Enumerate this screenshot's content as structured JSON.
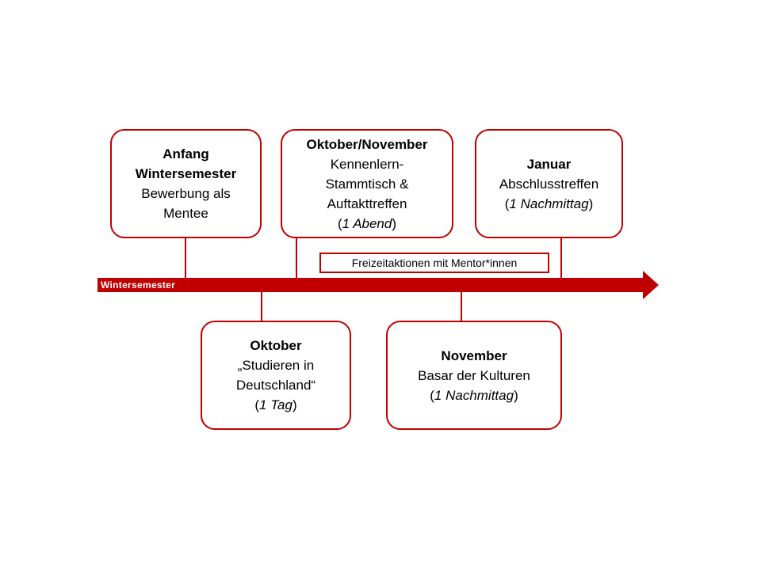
{
  "timeline": {
    "label": "Wintersemester",
    "color": "#c00000",
    "direction": "right"
  },
  "events_above": [
    {
      "title_lines": [
        "Anfang",
        "Wintersemester"
      ],
      "description_lines": [
        "Bewerbung als",
        "Mentee"
      ],
      "note": ""
    },
    {
      "title_lines": [
        "Oktober/November"
      ],
      "description_lines": [
        "Kennenlern-",
        "Stammtisch &",
        "Auftakttreffen"
      ],
      "note": "1 Abend"
    },
    {
      "title_lines": [
        "Januar"
      ],
      "description_lines": [
        "Abschlusstreffen"
      ],
      "note": "1 Nachmittag"
    }
  ],
  "events_below": [
    {
      "title_lines": [
        "Oktober"
      ],
      "description_lines": [
        "„Studieren in",
        "Deutschland“"
      ],
      "note": "1 Tag"
    },
    {
      "title_lines": [
        "November"
      ],
      "description_lines": [
        "Basar der Kulturen"
      ],
      "note": "1 Nachmittag"
    }
  ],
  "leisure": {
    "label": "Freizeitaktionen mit Mentor*innen"
  }
}
